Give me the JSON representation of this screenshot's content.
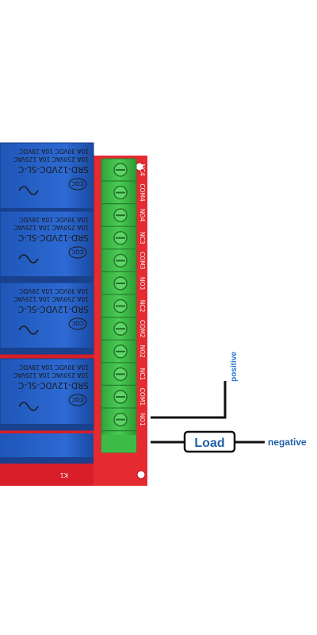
{
  "relays": [
    {
      "model": "SRD-12VDC-SL-C",
      "rating_1": "10A 250VAC 10A 125VAC",
      "rating_2": "10A 30VDC 10A 28VDC",
      "cert": "CQC"
    },
    {
      "model": "SRD-12VDC-SL-C",
      "rating_1": "10A 250VAC 10A 125VAC",
      "rating_2": "10A 30VDC 10A 28VDC",
      "cert": "CQC"
    },
    {
      "model": "SRD-12VDC-SL-C",
      "rating_1": "10A 250VAC 10A 125VAC",
      "rating_2": "10A 30VDC 10A 28VDC",
      "cert": "CQC"
    },
    {
      "model": "SRD-12VDC-SL-C",
      "rating_1": "10A 250VAC 10A 125VAC",
      "rating_2": "10A 30VDC 10A 28VDC",
      "cert": "CQC"
    }
  ],
  "terminal_labels": [
    "NC4",
    "COM4",
    "NO4",
    "NC3",
    "COM3",
    "NO3",
    "NC2",
    "COM2",
    "NO2",
    "NC1",
    "COM1",
    "NO1"
  ],
  "board_label": "K1",
  "annotations": {
    "load": "Load",
    "positive": "positive",
    "negative": "negative"
  },
  "colors": {
    "pcb": "#e0202a",
    "relay": "#2a62c8",
    "terminal_block": "#3fbf4a",
    "annotation_blue": "#1f5fa8"
  }
}
